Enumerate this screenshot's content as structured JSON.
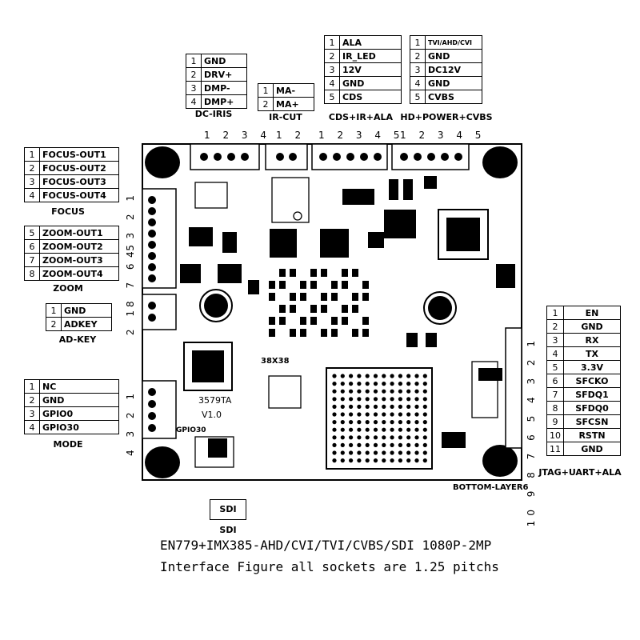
{
  "dc_iris": {
    "pins": [
      [
        "1",
        "GND"
      ],
      [
        "2",
        "DRV+"
      ],
      [
        "3",
        "DMP-"
      ],
      [
        "4",
        "DMP+"
      ]
    ],
    "caption": "DC-IRIS",
    "pin_numbers": "1 2 3 4"
  },
  "ir_cut": {
    "pins": [
      [
        "1",
        "MA-"
      ],
      [
        "2",
        "MA+"
      ]
    ],
    "caption": "IR-CUT",
    "pin_numbers": "1 2"
  },
  "cds": {
    "pins": [
      [
        "1",
        "ALA"
      ],
      [
        "2",
        "IR_LED"
      ],
      [
        "3",
        "12V"
      ],
      [
        "4",
        "GND"
      ],
      [
        "5",
        "CDS"
      ]
    ],
    "caption": "CDS+IR+ALA",
    "pin_numbers": "1 2 3 4 5"
  },
  "hd_power": {
    "pins": [
      [
        "1",
        "TVI/AHD/CVI"
      ],
      [
        "2",
        "GND"
      ],
      [
        "3",
        "DC12V"
      ],
      [
        "4",
        "GND"
      ],
      [
        "5",
        "CVBS"
      ]
    ],
    "caption": "HD+POWER+CVBS",
    "pin_numbers": "1 2 3 4 5"
  },
  "focus": {
    "pins": [
      [
        "1",
        "FOCUS-OUT1"
      ],
      [
        "2",
        "FOCUS-OUT2"
      ],
      [
        "3",
        "FOCUS-OUT3"
      ],
      [
        "4",
        "FOCUS-OUT4"
      ]
    ],
    "caption": "FOCUS",
    "pin_numbers": "4 3 2 1"
  },
  "zoom": {
    "pins": [
      [
        "5",
        "ZOOM-OUT1"
      ],
      [
        "6",
        "ZOOM-OUT2"
      ],
      [
        "7",
        "ZOOM-OUT3"
      ],
      [
        "8",
        "ZOOM-OUT4"
      ]
    ],
    "caption": "ZOOM",
    "pin_numbers": "8 7 6 5"
  },
  "adkey": {
    "pins": [
      [
        "1",
        "GND"
      ],
      [
        "2",
        "ADKEY"
      ]
    ],
    "caption": "AD-KEY",
    "pin_numbers": "2 1"
  },
  "mode": {
    "pins": [
      [
        "1",
        "NC"
      ],
      [
        "2",
        "GND"
      ],
      [
        "3",
        "GPIO0"
      ],
      [
        "4",
        "GPIO30"
      ]
    ],
    "caption": "MODE",
    "pin_numbers": "4 3 2 1"
  },
  "jtag": {
    "pins": [
      [
        "1",
        "EN"
      ],
      [
        "2",
        "GND"
      ],
      [
        "3",
        "RX"
      ],
      [
        "4",
        "TX"
      ],
      [
        "5",
        "3.3V"
      ],
      [
        "6",
        "SFCKO"
      ],
      [
        "7",
        "SFDQ1"
      ],
      [
        "8",
        "SFDQ0"
      ],
      [
        "9",
        "SFCSN"
      ],
      [
        "10",
        "RSTN"
      ],
      [
        "11",
        "GND"
      ]
    ],
    "caption": "JTAG+UART+ALA",
    "pin_numbers": "10 9 8 7 6 5 4 3 2 1"
  },
  "board_labels": {
    "chip": "38X38",
    "model": "3579TA",
    "version": "V1.0",
    "gpio": "GPIO30",
    "layer": "BOTTOM-LAYER6"
  },
  "sdi": {
    "box": "SDI",
    "caption": "SDI"
  },
  "footer": {
    "line1": "EN779+IMX385-AHD/CVI/TVI/CVBS/SDI 1080P-2MP",
    "line2": "Interface Figure  all sockets are 1.25 pitchs"
  }
}
